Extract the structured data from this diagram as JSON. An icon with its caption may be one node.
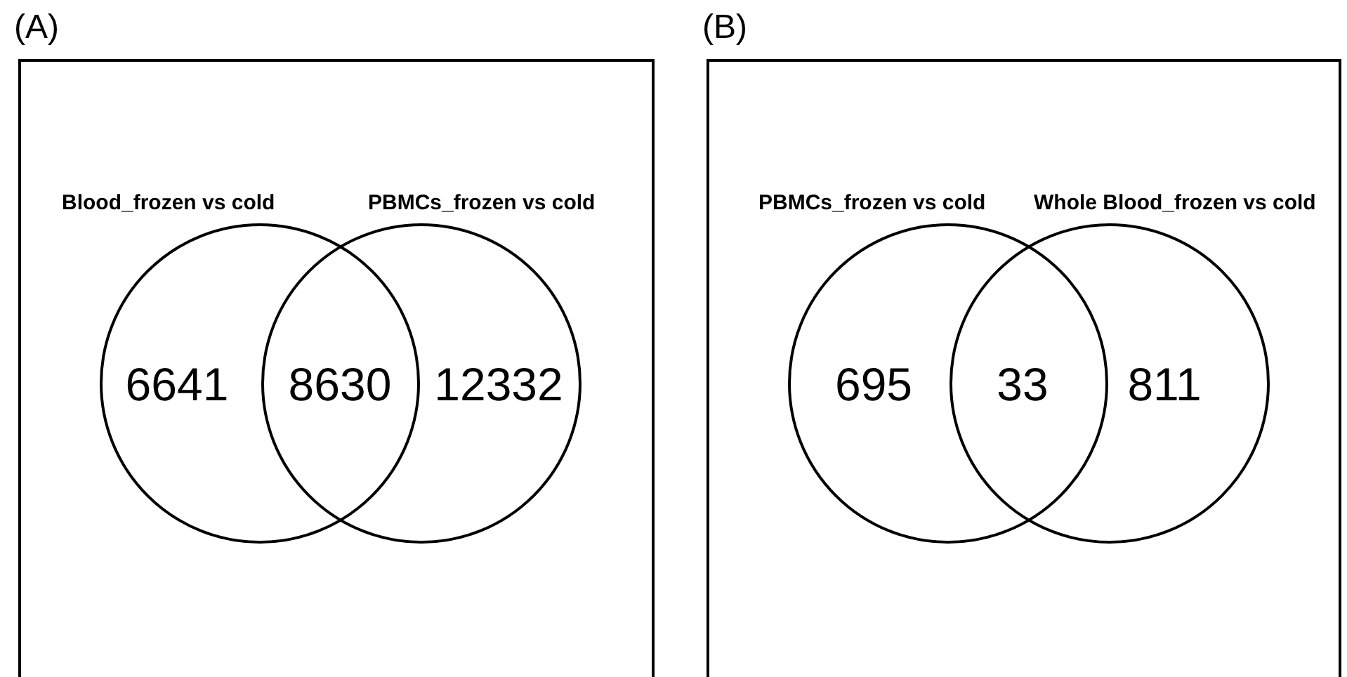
{
  "diagram": {
    "nodes": [
      {
        "text": [
          "(A)"
        ]
      },
      {
        "text": [
          "Blood_frozen vs cold",
          "6641"
        ],
        "in": 0
      },
      {
        "text": [
          "PBMCs_frozen vs cold",
          "12332"
        ],
        "in": 0
      },
      {
        "text": [
          "(B)"
        ]
      },
      {
        "text": [
          "PBMCs_frozen vs cold",
          "695"
        ],
        "in": 3
      },
      {
        "text": [
          "Whole Blood_frozen vs cold",
          "811"
        ],
        "in": 3
      }
    ],
    "edges": [],
    "labels": [
      "8630",
      "33"
    ]
  }
}
